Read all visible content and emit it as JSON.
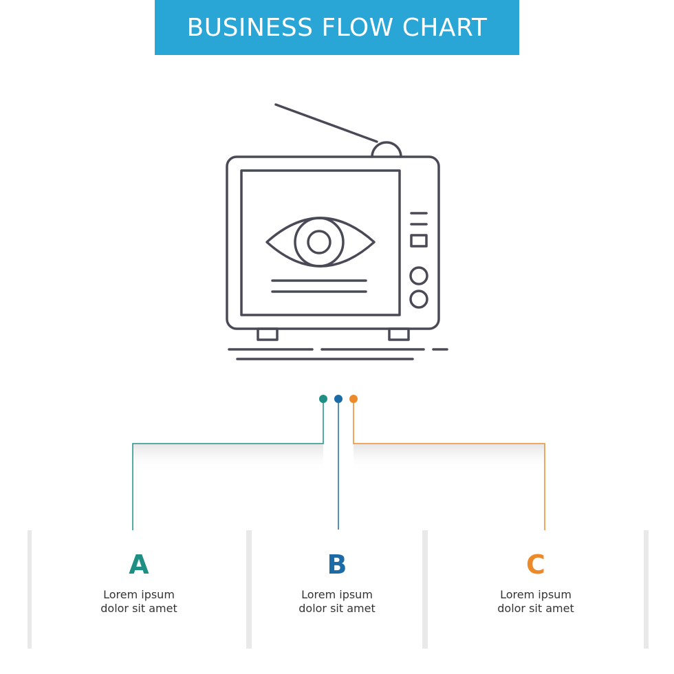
{
  "title": "BUSINESS FLOW CHART",
  "colors": {
    "banner": "#2aa6d6",
    "stroke": "#4a4a57",
    "a": "#1f8f84",
    "b": "#1c6aa6",
    "c": "#ec8a2a"
  },
  "icon": "retro-tv-with-eye-icon",
  "steps": [
    {
      "letter": "A",
      "line1": "Lorem ipsum",
      "line2": "dolor sit amet"
    },
    {
      "letter": "B",
      "line1": "Lorem ipsum",
      "line2": "dolor sit amet"
    },
    {
      "letter": "C",
      "line1": "Lorem ipsum",
      "line2": "dolor sit amet"
    }
  ]
}
